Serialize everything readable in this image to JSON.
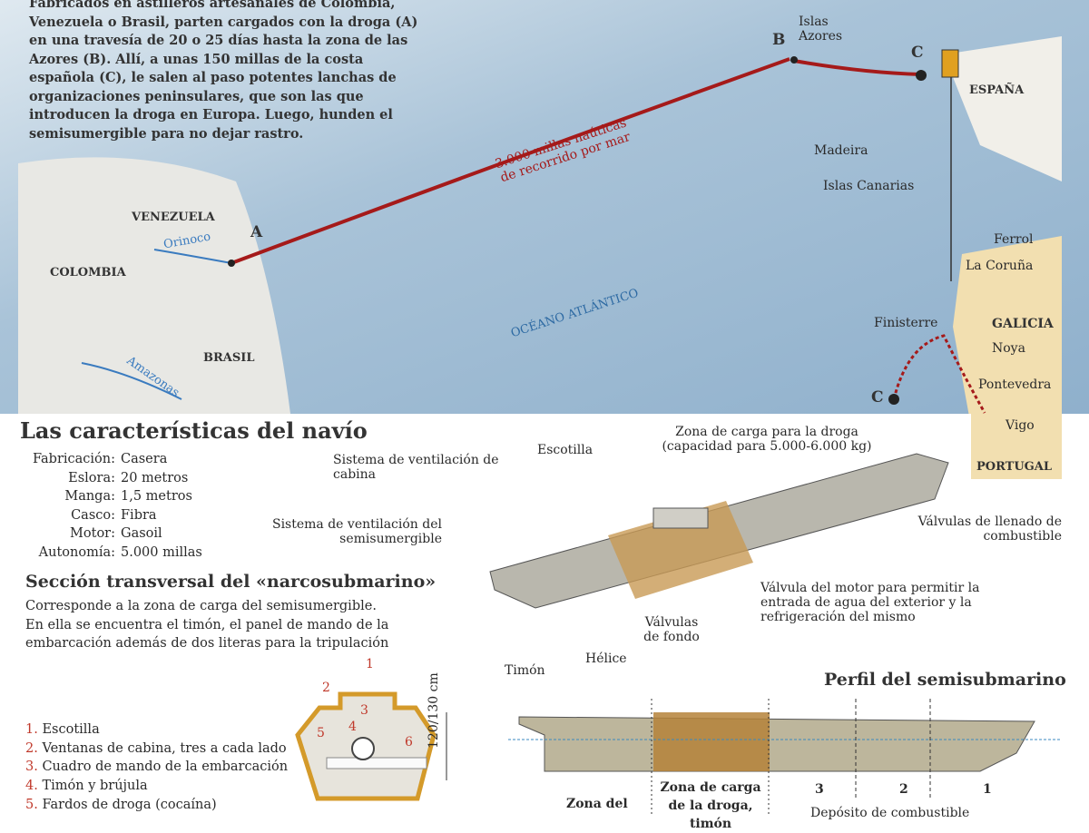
{
  "map": {
    "intro": "Fabricados en astilleros artesanales de Colombia, Venezuela o Brasil, parten cargados con la droga (A) en una travesía de 20 o 25 días hasta la zona de las Azores (B). Allí, a unas 150 millas de la costa española (C), le salen al paso potentes lanchas de organizaciones peninsulares, que son las que introducen la droga en Europa. Luego, hunden el semisumergible para no dejar rastro.",
    "route_label_1": "3.000 millas naúticas",
    "route_label_2": "de recorrido por mar",
    "point_a": "A",
    "point_b": "B",
    "point_c": "C",
    "point_c2": "C",
    "places": {
      "azores_1": "Islas",
      "azores_2": "Azores",
      "espana": "ESPAÑA",
      "madeira": "Madeira",
      "canarias": "Islas Canarias",
      "venezuela": "VENEZUELA",
      "colombia": "COLOMBIA",
      "brasil": "BRASIL",
      "orinoco": "Orinoco",
      "amazonas": "Amazonas",
      "oceano": "OCÉANO ATLÁNTICO",
      "ferrol": "Ferrol",
      "coruna": "La Coruña",
      "galicia": "GALICIA",
      "finisterre": "Finisterre",
      "noya": "Noya",
      "pontevedra": "Pontevedra",
      "vigo": "Vigo",
      "portugal": "PORTUGAL"
    },
    "route_color": "#a51a1a"
  },
  "features": {
    "title": "Las características del navío",
    "specs": [
      {
        "k": "Fabricación:",
        "v": "Casera"
      },
      {
        "k": "Eslora:",
        "v": "20 metros"
      },
      {
        "k": "Manga:",
        "v": "1,5 metros"
      },
      {
        "k": "Casco:",
        "v": "Fibra"
      },
      {
        "k": "Motor:",
        "v": "Gasoil"
      },
      {
        "k": "Autonomía:",
        "v": "5.000 millas"
      }
    ]
  },
  "section": {
    "title": "Sección transversal del «narcosubmarino»",
    "desc": "Corresponde a la zona de carga del semisumergible. En ella se encuentra el timón, el panel de mando de la embarcación además de dos literas para la tripulación",
    "items": [
      {
        "n": "1.",
        "t": "Escotilla"
      },
      {
        "n": "2.",
        "t": "Ventanas de cabina, tres a cada lado"
      },
      {
        "n": "3.",
        "t": "Cuadro de mando de la embarcación"
      },
      {
        "n": "4.",
        "t": "Timón y brújula"
      },
      {
        "n": "5.",
        "t": "Fardos de droga (cocaína)"
      }
    ],
    "height": "120/130 cm",
    "markers": [
      "1",
      "2",
      "3",
      "4",
      "5",
      "6"
    ]
  },
  "boat": {
    "escotilla": "Escotilla",
    "carga": "Zona de carga para la droga (capacidad para 5.000-6.000 kg)",
    "vent_cabina": "Sistema de ventilación de cabina",
    "vent_semi": "Sistema de ventilación del semisumergible",
    "valv_llenado": "Válvulas de llenado de combustible",
    "valv_motor": "Válvula del motor para permitir la entrada de agua del exterior y la refrigeración del mismo",
    "valv_fondo": "Válvulas de fondo",
    "helice": "Hélice",
    "timon": "Timón"
  },
  "profile": {
    "title": "Perfil del semisubmarino",
    "zona_del": "Zona del",
    "zona_carga": "Zona de carga de la droga, timón",
    "n3": "3",
    "n2": "2",
    "n1": "1",
    "deposito": "Depósito de combustible"
  }
}
